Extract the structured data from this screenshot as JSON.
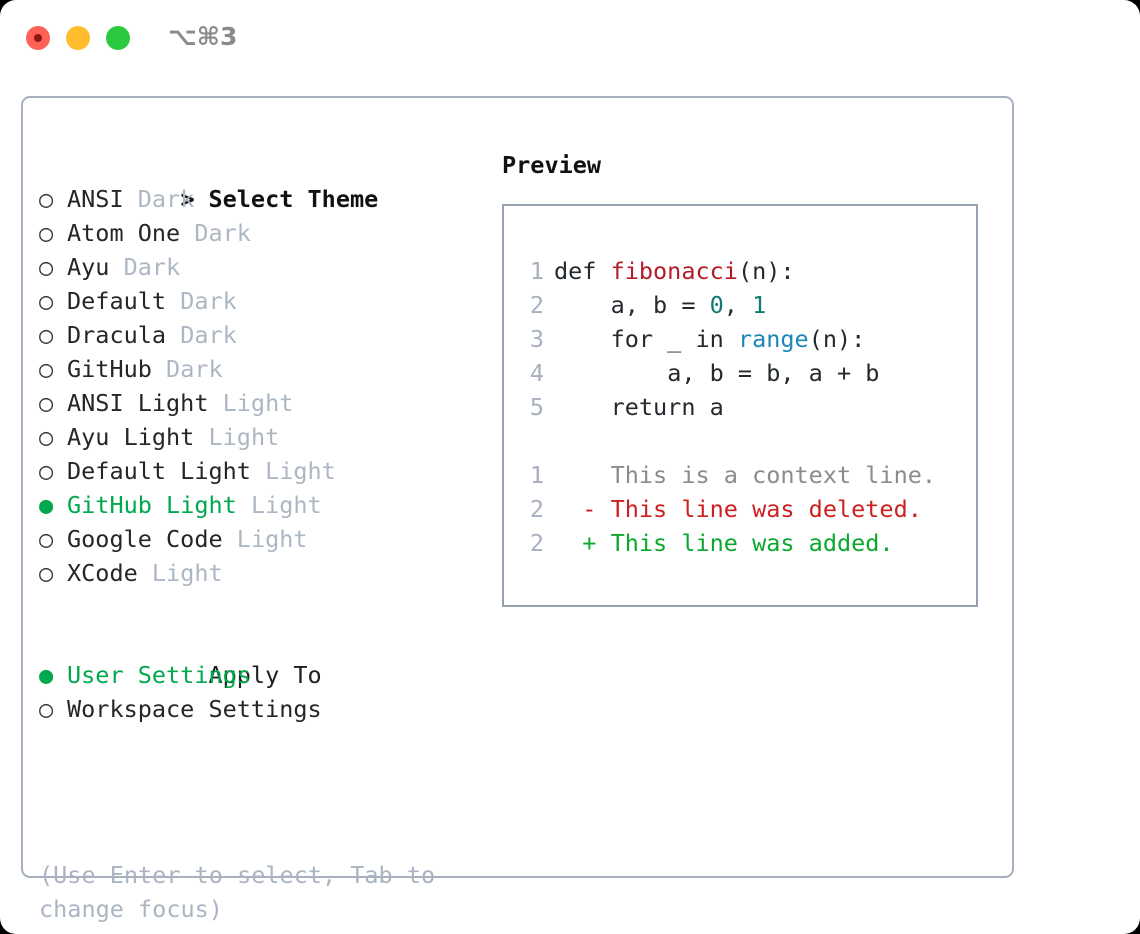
{
  "titlebar": {
    "shortcut": "⌥⌘3",
    "lights": [
      "close",
      "minimize",
      "maximize"
    ]
  },
  "theme_list": {
    "header_marker": ">",
    "header_label": "Select Theme",
    "unselected_marker": "○",
    "selected_marker": "●",
    "items": [
      {
        "marker": "○",
        "label": "ANSI",
        "badge": "Dark",
        "selected": false
      },
      {
        "marker": "○",
        "label": "Atom One",
        "badge": "Dark",
        "selected": false
      },
      {
        "marker": "○",
        "label": "Ayu",
        "badge": "Dark",
        "selected": false
      },
      {
        "marker": "○",
        "label": "Default",
        "badge": "Dark",
        "selected": false
      },
      {
        "marker": "○",
        "label": "Dracula",
        "badge": "Dark",
        "selected": false
      },
      {
        "marker": "○",
        "label": "GitHub",
        "badge": "Dark",
        "selected": false
      },
      {
        "marker": "○",
        "label": "ANSI Light",
        "badge": "Light",
        "selected": false
      },
      {
        "marker": "○",
        "label": "Ayu Light",
        "badge": "Light",
        "selected": false
      },
      {
        "marker": "○",
        "label": "Default Light",
        "badge": "Light",
        "selected": false
      },
      {
        "marker": "●",
        "label": "GitHub Light",
        "badge": "Light",
        "selected": true
      },
      {
        "marker": "○",
        "label": "Google Code",
        "badge": "Light",
        "selected": false
      },
      {
        "marker": "○",
        "label": "XCode",
        "badge": "Light",
        "selected": false
      }
    ]
  },
  "apply_to": {
    "header_label": "Apply To",
    "items": [
      {
        "marker": "●",
        "label": "User Settings",
        "selected": true
      },
      {
        "marker": "○",
        "label": "Workspace Settings",
        "selected": false
      }
    ]
  },
  "hint": {
    "text": "(Use Enter to select, Tab to change focus)"
  },
  "preview": {
    "title": "Preview",
    "code_lines": [
      {
        "num": "1",
        "indent": "",
        "tokens": [
          {
            "t": "def ",
            "c": "plain"
          },
          {
            "t": "fibonacci",
            "c": "fn"
          },
          {
            "t": "(n):",
            "c": "plain"
          }
        ]
      },
      {
        "num": "2",
        "indent": "    ",
        "tokens": [
          {
            "t": "a, b = ",
            "c": "plain"
          },
          {
            "t": "0",
            "c": "num"
          },
          {
            "t": ", ",
            "c": "plain"
          },
          {
            "t": "1",
            "c": "num"
          }
        ]
      },
      {
        "num": "3",
        "indent": "    ",
        "tokens": [
          {
            "t": "for _ in ",
            "c": "plain"
          },
          {
            "t": "range",
            "c": "call"
          },
          {
            "t": "(n):",
            "c": "plain"
          }
        ]
      },
      {
        "num": "4",
        "indent": "        ",
        "tokens": [
          {
            "t": "a, b = b, a + b",
            "c": "plain"
          }
        ]
      },
      {
        "num": "5",
        "indent": "    ",
        "tokens": [
          {
            "t": "return a",
            "c": "plain"
          }
        ]
      }
    ],
    "diff_lines": [
      {
        "num": "1",
        "sign": " ",
        "text": "This is a context line.",
        "kind": "ctx"
      },
      {
        "num": "2",
        "sign": "-",
        "text": "This line was deleted.",
        "kind": "del"
      },
      {
        "num": "2",
        "sign": "+",
        "text": "This line was added.",
        "kind": "add"
      }
    ]
  },
  "colors": {
    "accent_green": "#00a84e",
    "border": "#a6b0be",
    "badge_gray": "#adb7c4",
    "hint_gray": "#aab4c2",
    "fn_red": "#b31d28",
    "num_teal": "#0f7a72",
    "call_blue": "#1b86b8",
    "diff_del_red": "#cc1f1f",
    "diff_add_green": "#0aa82e"
  }
}
